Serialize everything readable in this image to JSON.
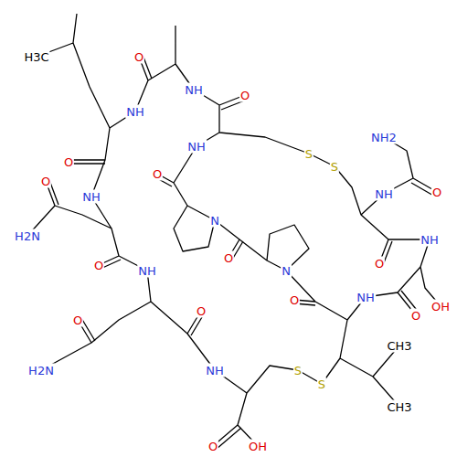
{
  "diagram": {
    "labels": [
      "H3C",
      "O",
      "NH",
      "O",
      "NH",
      "NH2",
      "NH",
      "S",
      "O",
      "S",
      "O",
      "O",
      "O",
      "NH",
      "NH",
      "N",
      "H2N",
      "NH",
      "O",
      "O",
      "O",
      "N",
      "NH",
      "NH",
      "O",
      "OH",
      "O",
      "O",
      "O",
      "CH3",
      "S",
      "H2N",
      "NH",
      "S",
      "CH3",
      "O",
      "OH"
    ]
  }
}
